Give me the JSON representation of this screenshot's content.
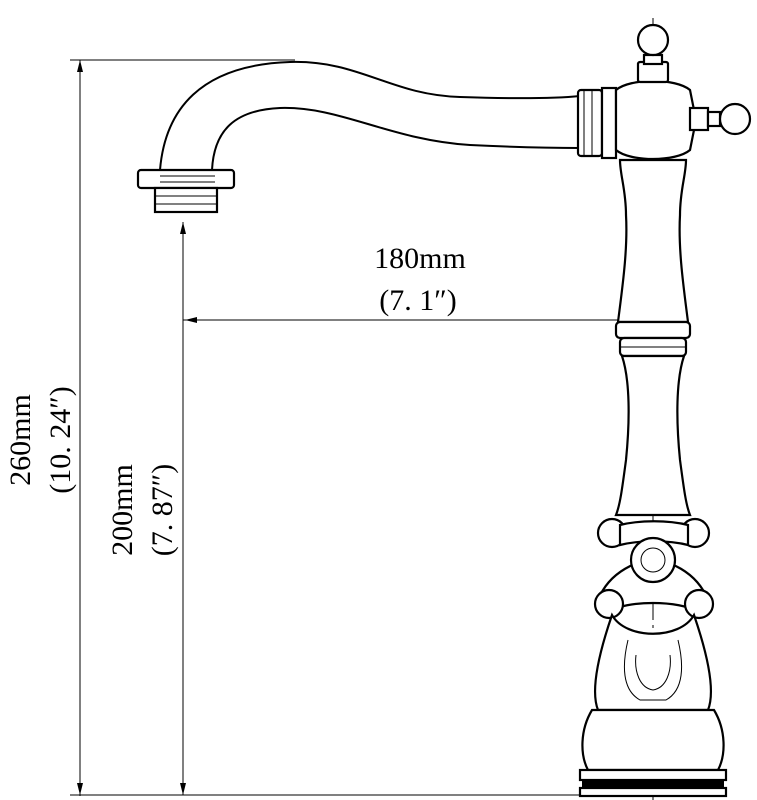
{
  "drawing": {
    "subject": "faucet",
    "dimensions": {
      "total_height": {
        "mm": "260mm",
        "inch": "(10. 24″)"
      },
      "spout_height": {
        "mm": "200mm",
        "inch": "(7. 87″)"
      },
      "spout_reach": {
        "mm": "180mm",
        "inch": "(7. 1″)"
      }
    },
    "colors": {
      "line": "#000000",
      "background": "#ffffff"
    }
  }
}
